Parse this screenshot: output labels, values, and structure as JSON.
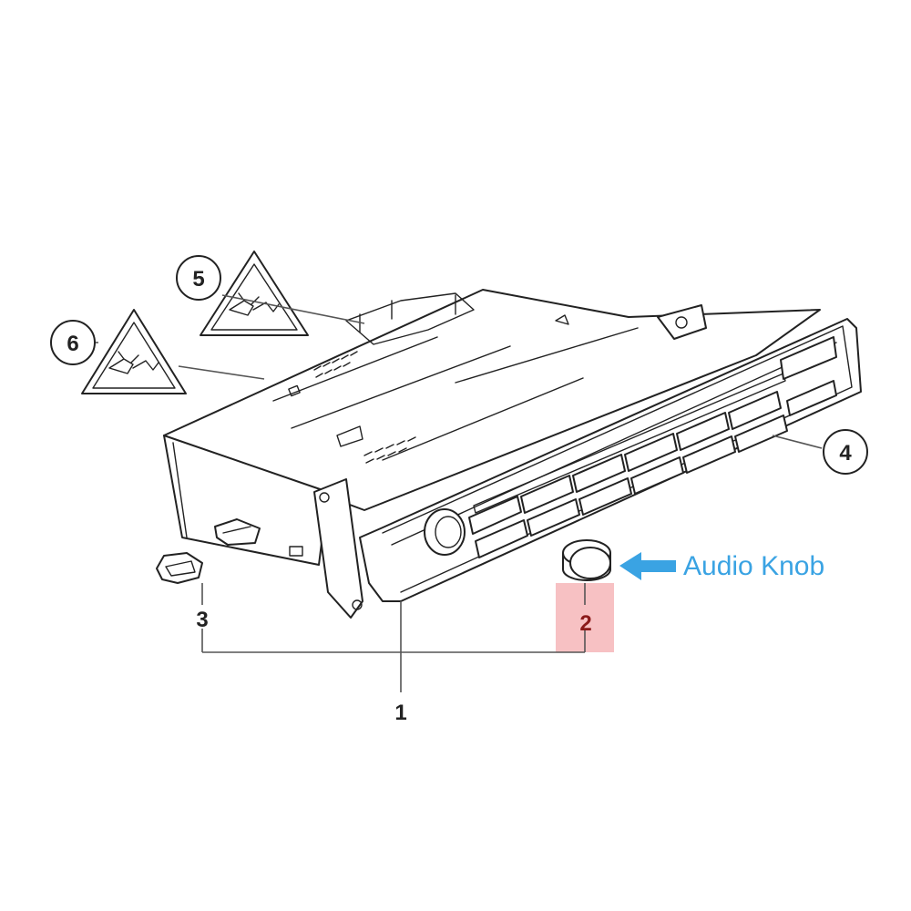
{
  "callouts": {
    "c1": "1",
    "c2": "2",
    "c3": "3",
    "c4": "4",
    "c5": "5",
    "c6": "6"
  },
  "annotation": {
    "label": "Audio Knob",
    "color": "#3aa3e3",
    "highlight_color": "#f4a6a9"
  }
}
